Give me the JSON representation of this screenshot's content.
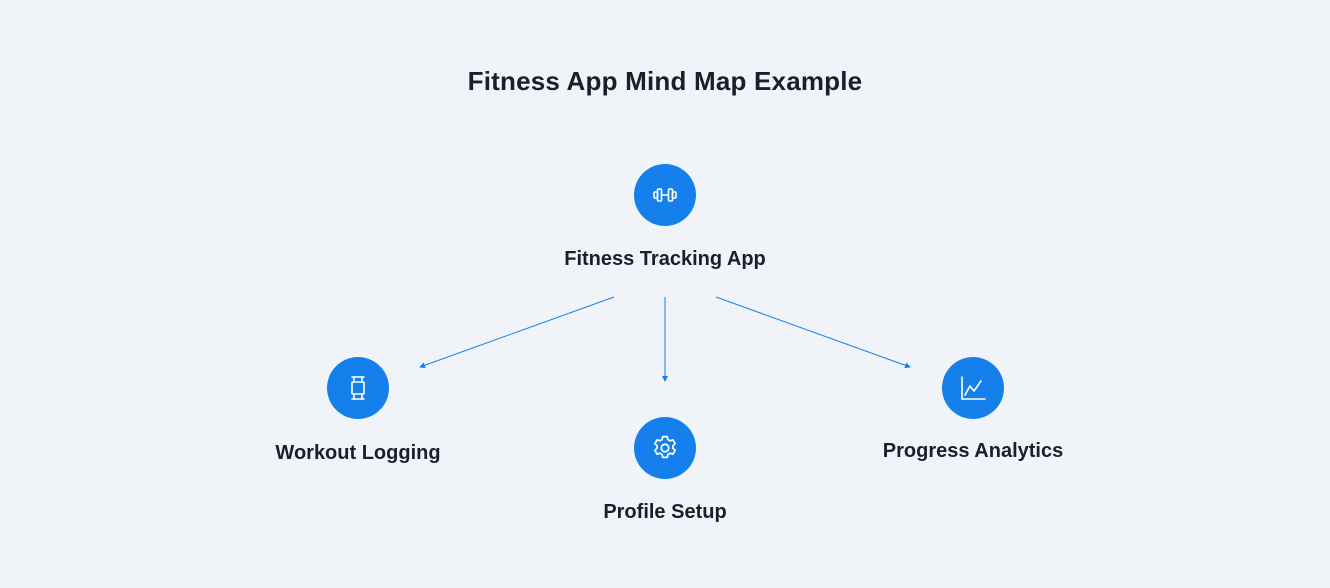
{
  "title": "Fitness App Mind Map Example",
  "accent_color": "#1580ec",
  "background_color": "#f0f4f8",
  "nodes": {
    "root": {
      "label": "Fitness Tracking App",
      "icon": "dumbbell-icon"
    },
    "workout": {
      "label": "Workout Logging",
      "icon": "workout-log-icon"
    },
    "profile": {
      "label": "Profile Setup",
      "icon": "gear-icon"
    },
    "progress": {
      "label": "Progress Analytics",
      "icon": "line-chart-icon"
    }
  },
  "edges": [
    {
      "from": "root",
      "to": "workout"
    },
    {
      "from": "root",
      "to": "profile"
    },
    {
      "from": "root",
      "to": "progress"
    }
  ]
}
